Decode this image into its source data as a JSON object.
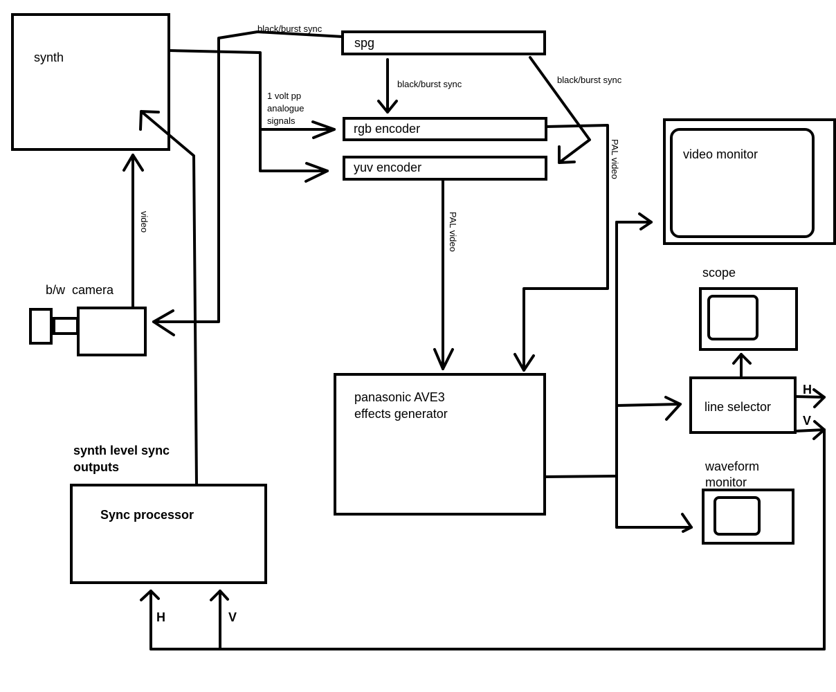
{
  "blocks": {
    "synth": "synth",
    "spg": "spg",
    "rgb_encoder": "rgb encoder",
    "yuv_encoder": "yuv encoder",
    "video_monitor": "video monitor",
    "scope": "scope",
    "line_selector": "line selector",
    "waveform_monitor_line1": "waveform",
    "waveform_monitor_line2": "monitor",
    "camera": "b/w  camera",
    "effects_line1": "panasonic AVE3",
    "effects_line2": "effects generator",
    "sync_processor": "Sync processor",
    "sync_outputs_line1": "synth level sync",
    "sync_outputs_line2": "outputs"
  },
  "labels": {
    "black_burst_top": "black/burst sync",
    "black_burst_mid": "black/burst sync",
    "black_burst_right": "black/burst sync",
    "analogue_line1": "1 volt pp",
    "analogue_line2": "analogue",
    "analogue_line3": "signals",
    "video": "video",
    "pal_video_center": "PAL video",
    "pal_video_right": "PAL video",
    "h_right": "H",
    "v_right": "V",
    "h_bottom": "H",
    "v_bottom": "V"
  }
}
